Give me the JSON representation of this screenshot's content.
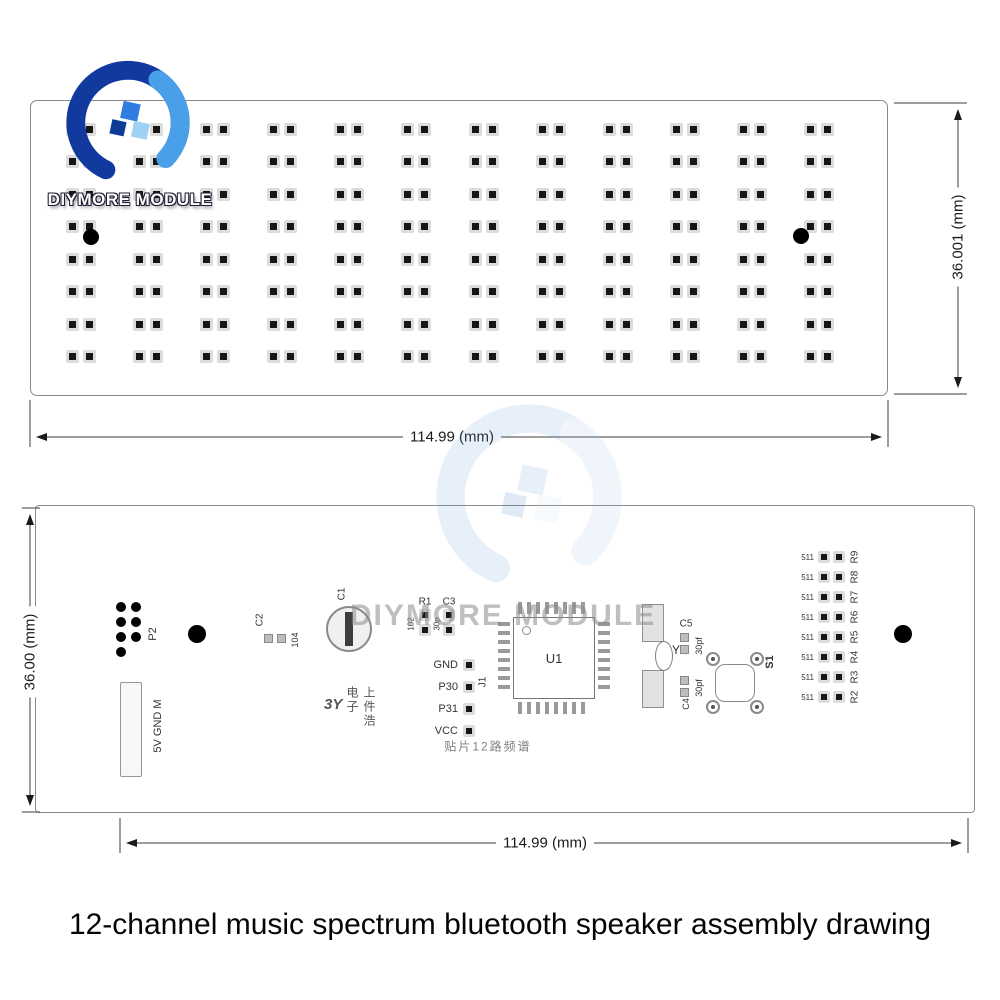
{
  "colors": {
    "logo_dark_blue": "#123a9e",
    "logo_mid_blue": "#2f7de0",
    "logo_light_blue": "#4aa0e8",
    "pad_outline": "#dcdcdc",
    "pad_core": "#161616",
    "board_outline": "#8a8a8a"
  },
  "logo": {
    "brand": "DIYMORE MODULE"
  },
  "watermark": {
    "text": "DIYMORE MODULE"
  },
  "top_board": {
    "led_rows": 8,
    "led_cols": 12,
    "dim_width": "114.99 (mm)",
    "dim_height": "36.001 (mm)"
  },
  "bottom_board": {
    "dim_width": "114.99 (mm)",
    "dim_height": "36.00 (mm)",
    "board_name": "贴片12路频谱",
    "vendor_logo": "3Y",
    "vendor_name": "上件浩电子",
    "p2": {
      "label": "P2",
      "pin_count": 7
    },
    "power_label": "5V GND M",
    "c1": {
      "label": "C1"
    },
    "c2": {
      "label": "C2",
      "value": "104"
    },
    "r1": {
      "label": "R1",
      "value": "102"
    },
    "c3": {
      "label": "C3",
      "value": "30p"
    },
    "j1": {
      "label": "J1",
      "pins": [
        "GND",
        "P30",
        "P31",
        "VCC"
      ]
    },
    "u1": {
      "label": "U1"
    },
    "y1": {
      "label": "Y"
    },
    "c5": {
      "label": "C5",
      "value": "30pf"
    },
    "c4": {
      "label": "C4",
      "value": "30pf"
    },
    "s1": {
      "label": "S1"
    },
    "resistors": [
      {
        "name": "R9",
        "value": "511"
      },
      {
        "name": "R8",
        "value": "511"
      },
      {
        "name": "R7",
        "value": "511"
      },
      {
        "name": "R6",
        "value": "511"
      },
      {
        "name": "R5",
        "value": "511"
      },
      {
        "name": "R4",
        "value": "511"
      },
      {
        "name": "R3",
        "value": "511"
      },
      {
        "name": "R2",
        "value": "511"
      }
    ]
  },
  "caption": "12-channel music spectrum bluetooth speaker assembly drawing"
}
